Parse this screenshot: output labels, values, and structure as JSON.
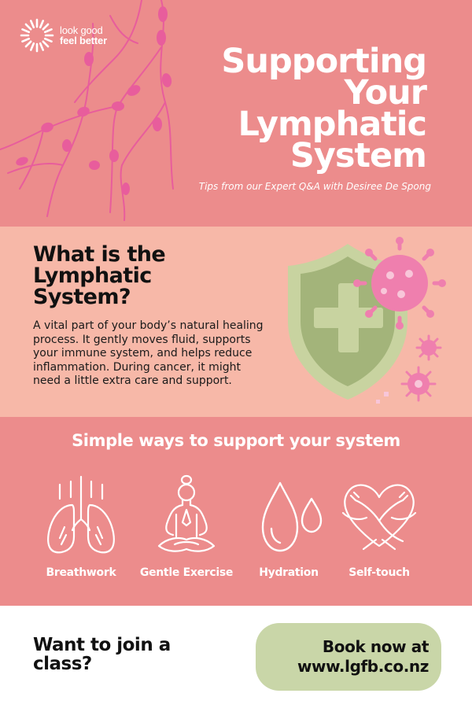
{
  "brand": {
    "line1": "look good",
    "line2": "feel better"
  },
  "header": {
    "title": "Supporting Your Lymphatic System",
    "subtitle": "Tips from our Expert Q&A with Desiree De Spong"
  },
  "info": {
    "title": "What is the Lymphatic System?",
    "body": "A vital part of your body’s natural healing process. It gently moves fluid, supports your immune system, and helps reduce inflammation. During cancer, it might need a little extra care and support."
  },
  "tips": {
    "title": "Simple ways to support your system",
    "items": [
      {
        "label": "Breathwork",
        "icon": "lungs-icon"
      },
      {
        "label": "Gentle Exercise",
        "icon": "meditation-icon"
      },
      {
        "label": "Hydration",
        "icon": "water-drops-icon"
      },
      {
        "label": "Self-touch",
        "icon": "hug-heart-icon"
      }
    ]
  },
  "footer": {
    "join_text": "Want to join a class?",
    "cta_text": "Book now at www.lgfb.co.nz"
  },
  "colors": {
    "header_bg": "#ec8c8c",
    "info_bg": "#f7b8a8",
    "cta_bg": "#c9d6a8",
    "accent_pink": "#e85d9c"
  }
}
